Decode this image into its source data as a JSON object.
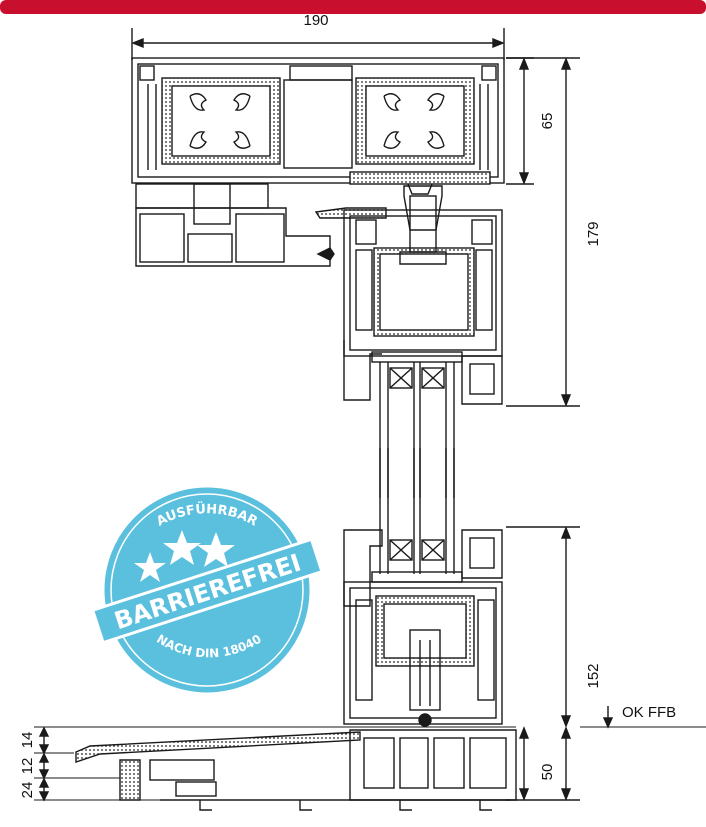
{
  "dimensions": {
    "top_width": "190",
    "top_frame_height": "65",
    "top_sash_height": "179",
    "bottom_sash_height": "152",
    "threshold_height": "50",
    "left_stack": [
      "14",
      "12",
      "24"
    ]
  },
  "floor_reference": {
    "label": "OK FFB"
  },
  "seal": {
    "arc_top": "AUSFÜHRBAR",
    "banner": "BARRIEREFREI",
    "arc_bottom": "NACH DIN 18040",
    "colors": {
      "fill": "#5bc0de",
      "text": "#ffffff"
    }
  },
  "colors": {
    "accent_bar": "#c8102e",
    "line": "#1a1a1a"
  }
}
